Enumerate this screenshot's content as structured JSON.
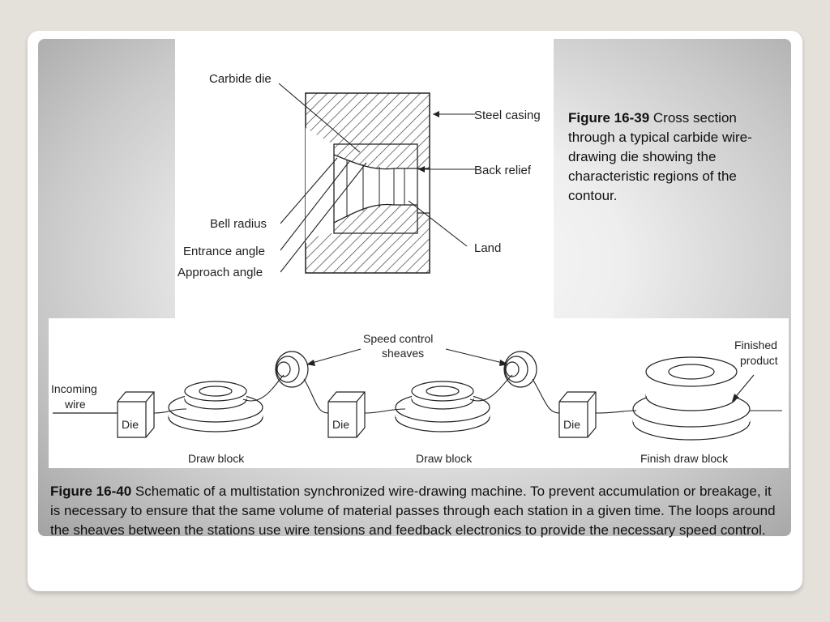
{
  "figure_16_39": {
    "labels": {
      "carbide_die": "Carbide die",
      "steel_casing": "Steel casing",
      "back_relief": "Back relief",
      "bell_radius": "Bell radius",
      "entrance_angle": "Entrance angle",
      "approach_angle": "Approach angle",
      "land": "Land"
    },
    "caption": {
      "number": "Figure 16-39",
      "text": " Cross section through a typical carbide wire-drawing die showing the characteristic regions of the contour."
    }
  },
  "figure_16_40": {
    "labels": {
      "speed_control_line1": "Speed control",
      "speed_control_line2": "sheaves",
      "incoming_line1": "Incoming",
      "incoming_line2": "wire",
      "finished_line1": "Finished",
      "finished_line2": "product",
      "die_1": "Die",
      "die_2": "Die",
      "die_3": "Die",
      "draw_block_1": "Draw block",
      "draw_block_2": "Draw block",
      "finish_draw_block": "Finish draw block"
    },
    "caption": {
      "number": "Figure 16-40",
      "text": " Schematic of a multistation synchronized wire-drawing machine. To prevent accumulation or breakage, it is necessary to ensure that the same volume of material passes through each station in a given time. The loops around the sheaves between the stations use wire tensions and feedback electronics to provide the necessary speed control."
    }
  }
}
